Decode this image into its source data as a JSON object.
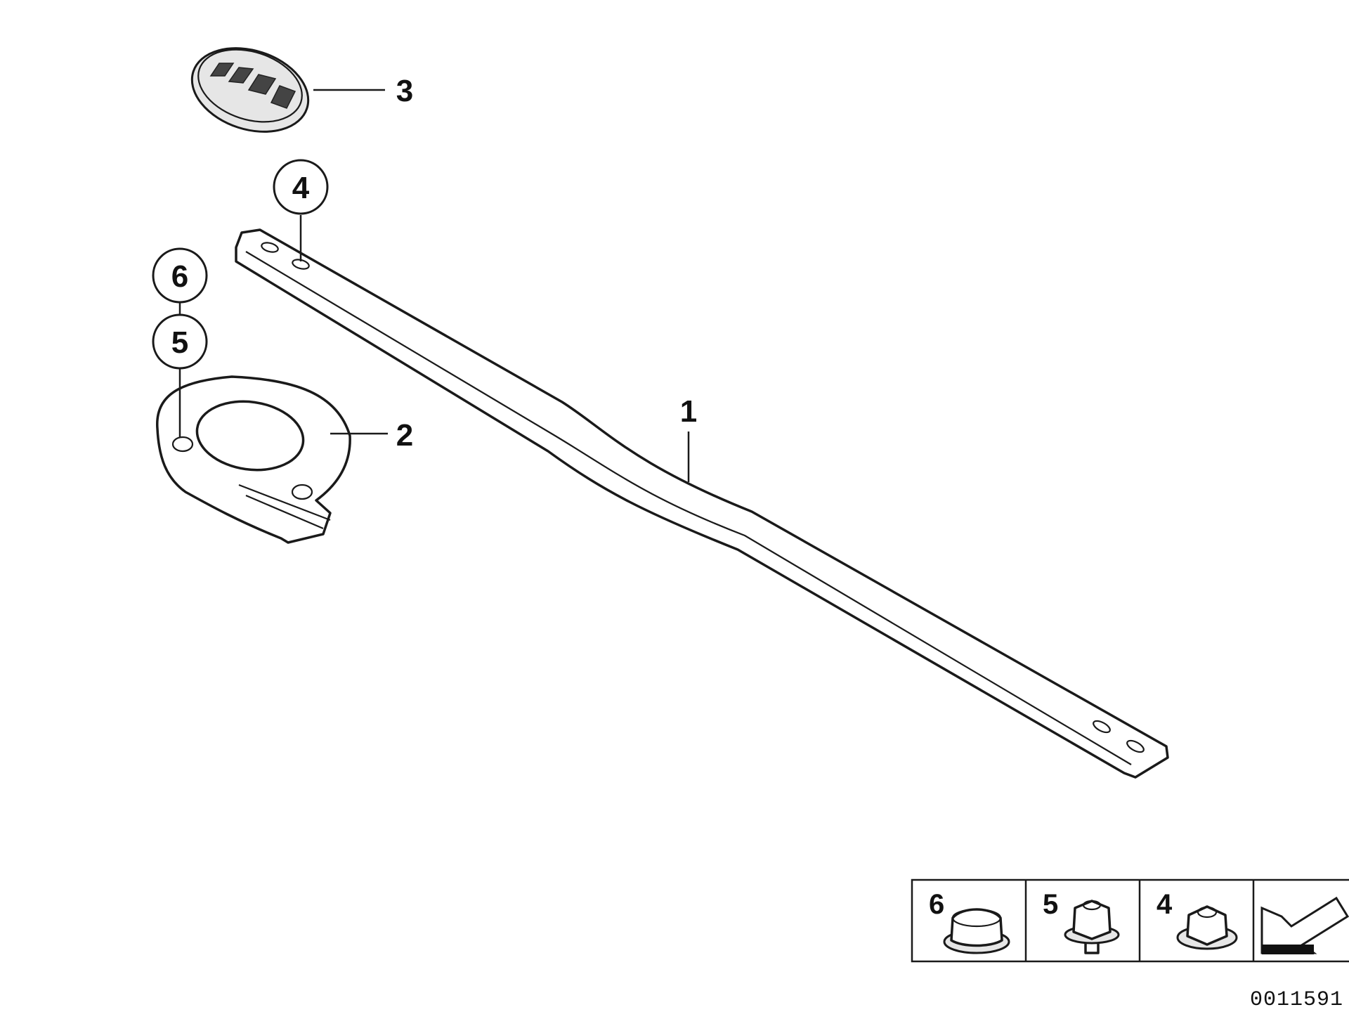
{
  "callouts": [
    {
      "id": "1",
      "label": "1"
    },
    {
      "id": "2",
      "label": "2"
    },
    {
      "id": "3",
      "label": "3"
    },
    {
      "id": "4",
      "label": "4"
    },
    {
      "id": "5",
      "label": "5"
    },
    {
      "id": "6",
      "label": "6"
    }
  ],
  "legend": [
    {
      "label": "6",
      "icon": "cap-icon"
    },
    {
      "label": "5",
      "icon": "flange-bolt-icon"
    },
    {
      "label": "4",
      "icon": "flange-nut-icon"
    },
    {
      "label": "",
      "icon": "direction-arrow-icon"
    }
  ],
  "reference_code": "0011591"
}
